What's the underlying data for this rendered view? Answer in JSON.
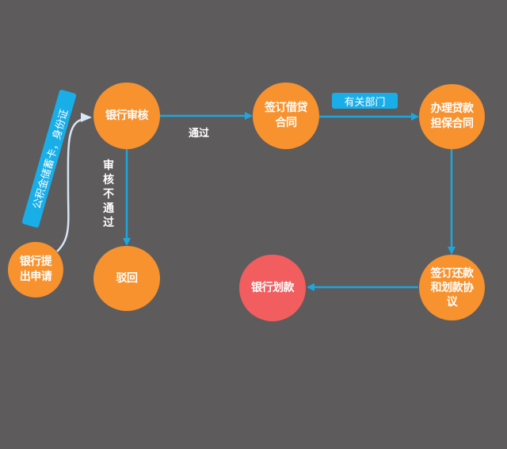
{
  "colors": {
    "background": "#5d5b5c",
    "node_orange": "#f7922e",
    "node_red": "#f25d5f",
    "arrow_blue": "#1ba7e0",
    "badge_blue": "#1aaee8",
    "curved_arrow": "#d8e6f5",
    "text": "#ffffff"
  },
  "nodes": {
    "apply": {
      "label": "银行提\n出申请",
      "color": "orange"
    },
    "review": {
      "label": "银行审核",
      "color": "orange"
    },
    "reject": {
      "label": "驳回",
      "color": "orange"
    },
    "loan_contract": {
      "label": "签订借贷\n合同",
      "color": "orange"
    },
    "guarantee_contract": {
      "label": "办理贷款\n担保合同",
      "color": "orange"
    },
    "repayment_agreement": {
      "label": "签订还款\n和划款协\n议",
      "color": "orange"
    },
    "disbursement": {
      "label": "银行划款",
      "color": "red"
    }
  },
  "edges": {
    "apply_to_review": {
      "label": "公积金储蓄卡，身份证"
    },
    "review_to_loan": {
      "label": "通过"
    },
    "review_to_reject": {
      "label": "审核不通过"
    },
    "loan_to_guarantee": {
      "label": "有关部门"
    },
    "guarantee_to_repayment": {
      "label": ""
    },
    "repayment_to_disbursement": {
      "label": ""
    }
  }
}
